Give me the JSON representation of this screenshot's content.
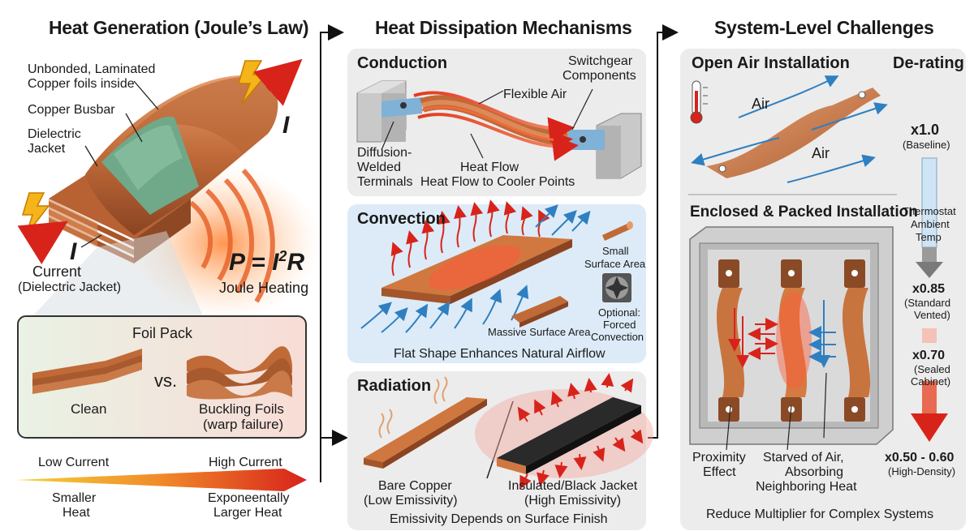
{
  "col1": {
    "title": "Heat Generation (Joule’s Law)",
    "unbonded_l1": "Unbonded, Laminated",
    "unbonded_l2": "Copper foils inside",
    "copper_busbar": "Copper Busbar",
    "dielectric_l1": "Dielectric",
    "dielectric_l2": "Jacket",
    "current_symbol": "I",
    "current": "Current",
    "current_sub": "(Dielectric Jacket)",
    "formula_lhs": "P = I",
    "formula_exp": "2",
    "formula_rhs": "R",
    "joule_heating": "Joule Heating",
    "foil_pack": "Foil Pack",
    "clean": "Clean",
    "vs": "vs.",
    "buckling_l1": "Buckling Foils",
    "buckling_l2": "(warp failure)",
    "low_current": "Low Current",
    "high_current": "High Current",
    "smaller_l1": "Smaller",
    "smaller_l2": "Heat",
    "larger_l1": "Exponeentally",
    "larger_l2": "Larger Heat"
  },
  "col2": {
    "title": "Heat Dissipation Mechanisms",
    "conduction": {
      "title": "Conduction",
      "switchgear_l1": "Switchgear",
      "switchgear_l2": "Components",
      "flexible_air": "Flexible Air",
      "diffusion_l1": "Diffusion-",
      "diffusion_l2": "Welded",
      "diffusion_l3": "Terminals",
      "heat_flow": "Heat Flow",
      "heat_flow_cooler": "Heat Flow to Cooler Points"
    },
    "convection": {
      "title": "Convection",
      "small_l1": "Small",
      "small_l2": "Surface Area",
      "massive": "Massive Surface Area",
      "optional_l1": "Optional:",
      "optional_l2": "Forced",
      "optional_l3": "Convection",
      "caption": "Flat Shape Enhances Natural Airflow"
    },
    "radiation": {
      "title": "Radiation",
      "bare_l1": "Bare Copper",
      "bare_l2": "(Low Emissivity)",
      "insulated_l1": "Insulated/Black Jacket",
      "insulated_l2": "(High Emissivity)",
      "caption": "Emissivity Depends on Surface Finish"
    }
  },
  "col3": {
    "title": "System-Level Challenges",
    "open_air": "Open Air Installation",
    "derating": "De-rating",
    "air": "Air",
    "enclosed": "Enclosed & Packed Installation",
    "thermostat_l1": "Thermostat",
    "thermostat_l2": "Ambient",
    "thermostat_l3": "Temp",
    "proximity_l1": "Proximity",
    "proximity_l2": "Effect",
    "starved_l1": "Starved of Air,",
    "starved_l2": "Absorbing",
    "starved_l3": "Neighboring Heat",
    "caption": "Reduce Multiplier for Complex Systems",
    "derating_levels": [
      {
        "value": "x1.0",
        "label": "(Baseline)"
      },
      {
        "value": "x0.85",
        "label_l1": "(Standard",
        "label_l2": "Vented)"
      },
      {
        "value": "x0.70",
        "label_l1": "(Sealed",
        "label_l2": "Cabinet)"
      },
      {
        "value": "x0.50 - 0.60",
        "label": "(High-Density)"
      }
    ]
  },
  "colors": {
    "copper": "#c8743f",
    "copper_dark": "#8a4a26",
    "heat": "#e23a1c",
    "cool": "#2f7fc1",
    "panel_gray": "#ececec",
    "panel_blue": "#dcebf7"
  }
}
